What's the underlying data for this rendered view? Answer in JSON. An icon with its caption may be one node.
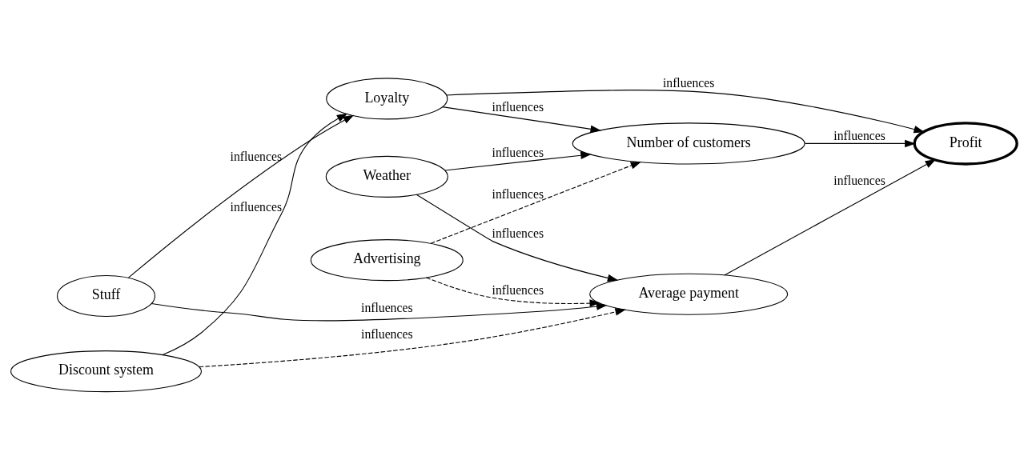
{
  "diagram": {
    "nodes": [
      {
        "text": [
          "Stuff"
        ]
      },
      {
        "text": [
          "Loyalty"
        ]
      },
      {
        "text": [
          "Number of customers"
        ]
      },
      {
        "text": [
          "Profit"
        ]
      },
      {
        "text": [
          "Weather"
        ]
      },
      {
        "text": [
          "Average payment"
        ]
      },
      {
        "text": [
          "Advertising"
        ]
      },
      {
        "text": [
          "Discount system"
        ]
      }
    ],
    "edges": [
      {
        "from": 0,
        "to": 1,
        "arrow": "to",
        "label": "influences"
      },
      {
        "from": 0,
        "to": 5,
        "arrow": "to",
        "label": "influences"
      },
      {
        "from": 1,
        "to": 2,
        "arrow": "to",
        "label": "influences"
      },
      {
        "from": 1,
        "to": 3,
        "arrow": "to",
        "label": "influences"
      },
      {
        "from": 2,
        "to": 3,
        "arrow": "to",
        "label": "influences"
      },
      {
        "from": 4,
        "to": 2,
        "arrow": "to",
        "label": "influences"
      },
      {
        "from": 4,
        "to": 5,
        "arrow": "to",
        "label": "influences"
      },
      {
        "from": 6,
        "to": 2,
        "arrow": "to",
        "label": "influences",
        "style": "dashed"
      },
      {
        "from": 6,
        "to": 5,
        "arrow": "to",
        "label": "influences",
        "style": "dashed"
      },
      {
        "from": 7,
        "to": 1,
        "arrow": "to",
        "label": "influences"
      },
      {
        "from": 7,
        "to": 5,
        "arrow": "to",
        "label": "influences",
        "style": "dashed"
      },
      {
        "from": 5,
        "to": 3,
        "arrow": "to",
        "label": "influences"
      }
    ]
  }
}
